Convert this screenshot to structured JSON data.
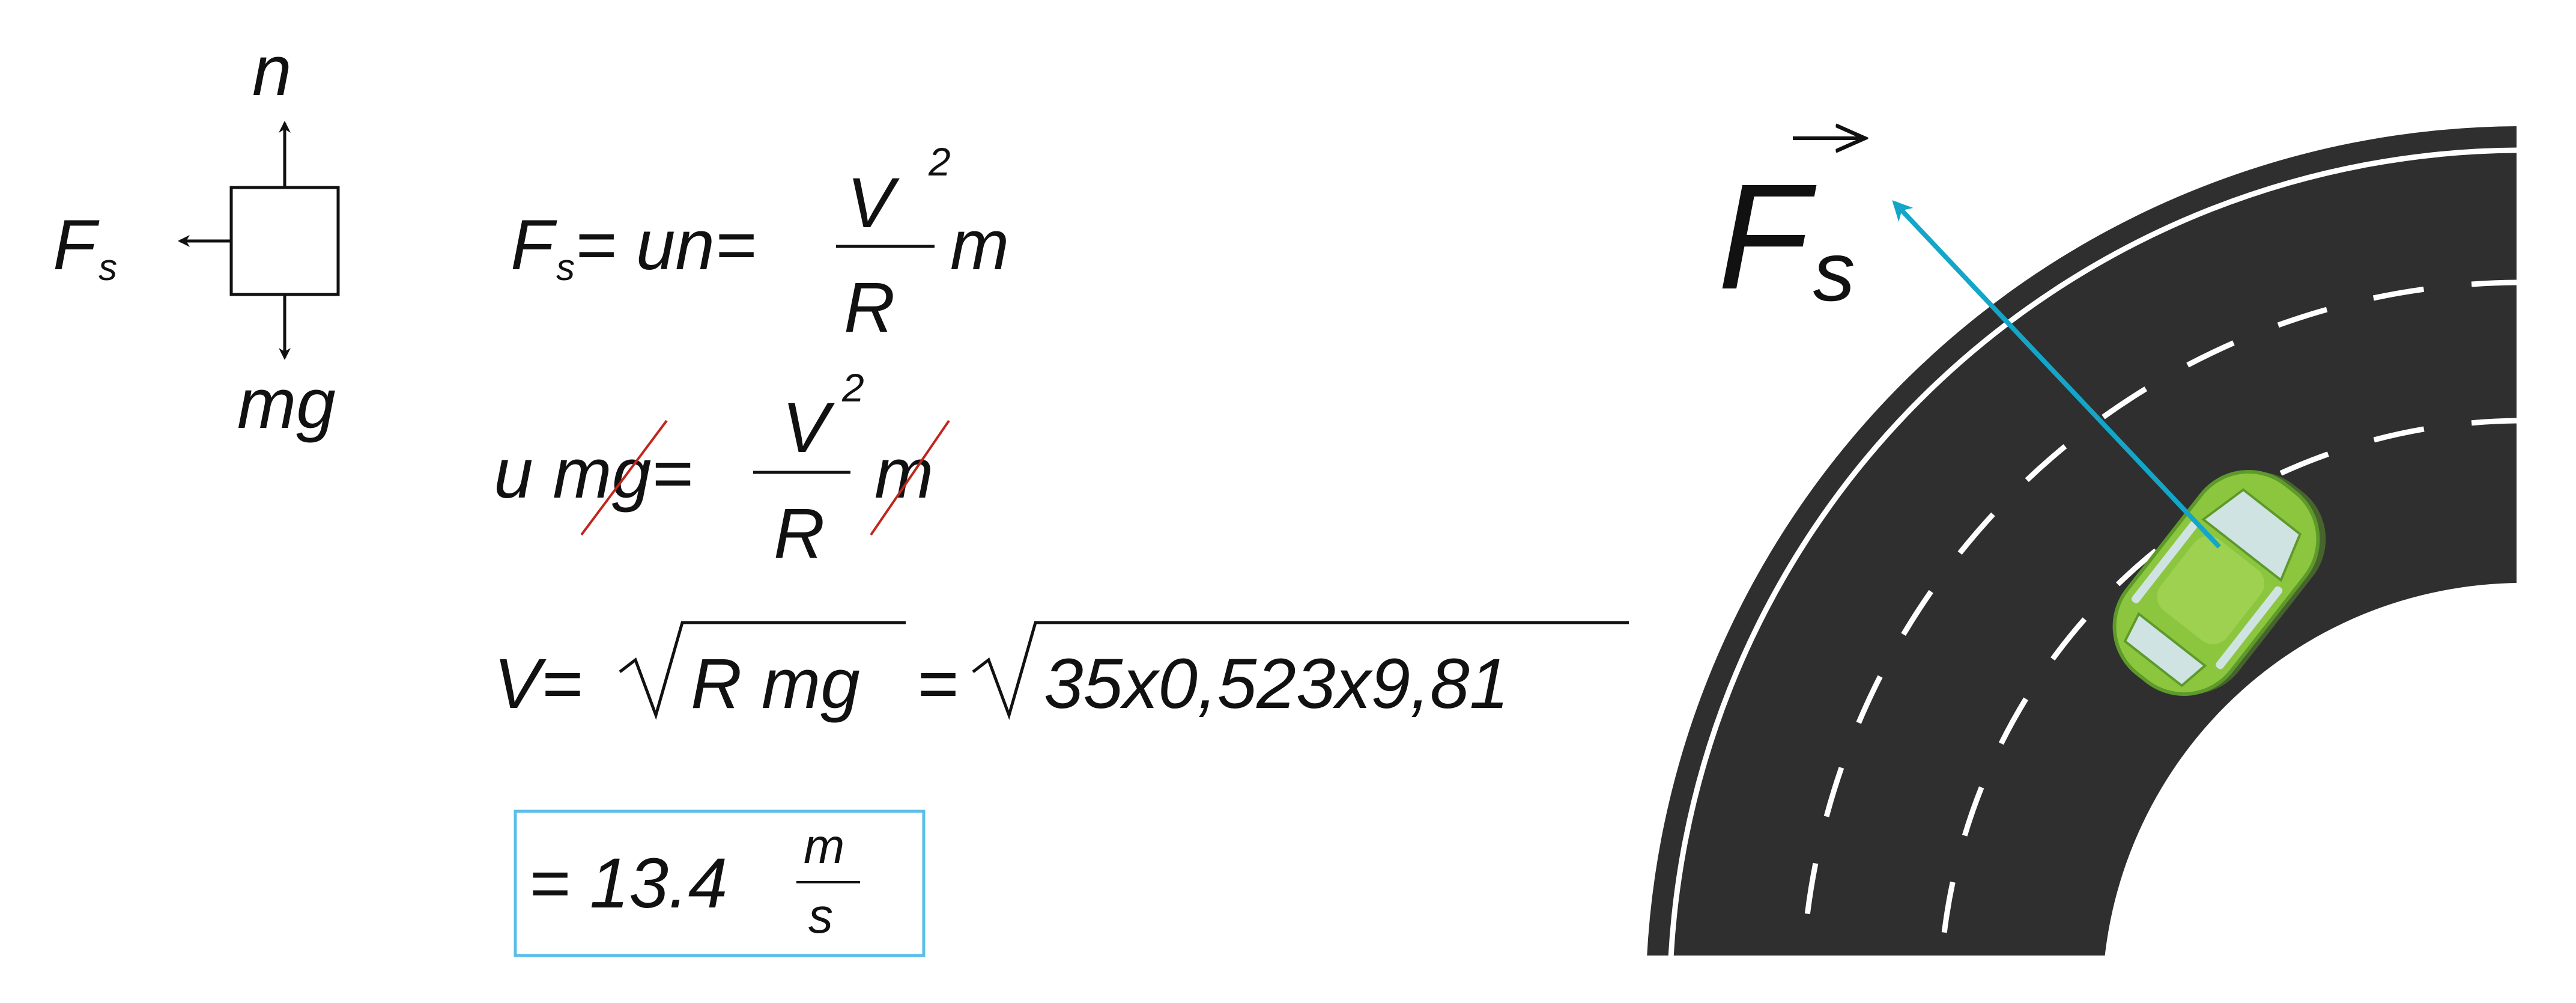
{
  "free_body": {
    "normal_label": "n",
    "weight_label": "mg",
    "friction_label": "F",
    "friction_subscript": "s"
  },
  "equations": {
    "eq1": {
      "lhs": "F",
      "lhs_sub": "s",
      "mid": "= un=",
      "numerator": "V",
      "exponent": "2",
      "denominator": "R",
      "tail": "m"
    },
    "eq2": {
      "prefix": "u ",
      "struck1": "m",
      "after_struck": "g=",
      "numerator": "V",
      "exponent": "2",
      "denominator": "R",
      "struck2": "m"
    },
    "eq3": {
      "lhs": "V=",
      "radicand1": "R mg",
      "equals": "=",
      "radicand2": "35x0,523x9,81"
    },
    "result": {
      "prefix": "= 13.4",
      "unit_num": "m",
      "unit_den": "s"
    }
  },
  "road_scene": {
    "force_label": "F",
    "force_subscript": "s"
  },
  "colors": {
    "text": "#111111",
    "result_box": "#5bbde8",
    "strike": "#c0261c",
    "road": "#2f2f2f",
    "lane_marks": "#ffffff",
    "force_arrow": "#14a6c8",
    "car_body": "#8cc63f",
    "car_dark": "#5d9a2a",
    "car_window": "#cfe3e3"
  }
}
